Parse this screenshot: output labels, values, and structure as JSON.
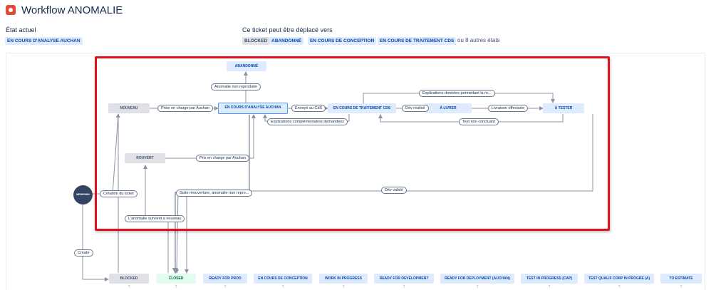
{
  "header": {
    "title": "Workflow ANOMALIE"
  },
  "current_state": {
    "label": "État actuel",
    "value": "EN COURS D'ANALYSE AUCHAN"
  },
  "transitions": {
    "label": "Ce ticket peut être déplacé vers",
    "targets": [
      "BLOCKED",
      "ABANDONNÉ",
      "EN COURS DE CONCEPTION",
      "EN COURS DE TRAITEMENT CDS"
    ],
    "more": "ou 8 autres états"
  },
  "diagram": {
    "start": "ΜΕΙΜΕΙΜΙΝ",
    "nodes": {
      "abandonne": "ABANDONNÉ",
      "nouveau": "NOUVEAU",
      "analyse": "EN COURS D'ANALYSE AUCHAN",
      "traitement": "EN COURS DE TRAITEMENT CDS",
      "a_livrer": "À LIVRER",
      "a_tester": "À TESTER",
      "rouvert": "ROUVERT",
      "blocked": "BLOCKED",
      "closed": "CLOSED",
      "ready_prod": "READY FOR PROD",
      "conception": "EN COURS DE CONCEPTION",
      "wip": "WORK IN PROGRESS",
      "ready_dev": "READY FOR DEVELOPMENT",
      "ready_deploy": "READY FOR DEPLOYMENT (AUCHAN)",
      "test_cap": "TEST IN PROGRESS (CAP)",
      "test_qualif": "TEST QUALIF CORP IN PROGRE (A)",
      "to_estimate": "TO ESTIMATE"
    },
    "labels": {
      "anomalie_non_reproduite": "Anomalie non reproduite",
      "prise_en_charge": "Prise en charge par Auchan",
      "envoye_cds": "Envoyé au CdS",
      "explications_complementaires": "Explications complémentaires demandées",
      "explications_donnees": "Explications données permettant la re...",
      "dev_realise": "Dév réalisé",
      "livraison_effectuee": "Livraison effectuée",
      "test_non_concluant": "Test non concluant",
      "pris_en_charge": "Pris en charge par Auchan",
      "creation_ticket": "Création du ticket",
      "suite_reouverture": "Suite réouverture, anomalie non repro...",
      "dev_valide": "Dév validé",
      "anomalie_survient": "L'anomalie survient à nouveau",
      "create": "Create"
    }
  },
  "colors": {
    "highlight": "#e0101a",
    "logo": "#e34935",
    "status_blue": "#deebff",
    "status_grey": "#dfe1e6",
    "status_green": "#e3fcef",
    "start_node": "#344563"
  }
}
